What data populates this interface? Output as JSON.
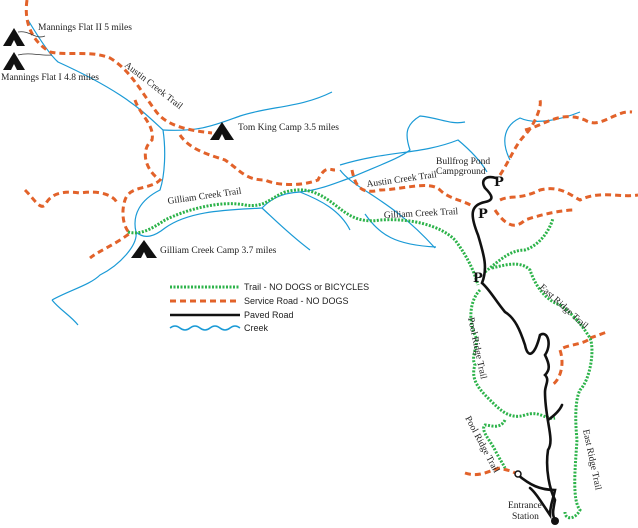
{
  "campsites": [
    {
      "label": "Mannings Flat II 5 miles",
      "icon": "tent-icon"
    },
    {
      "label": "Mannings Flat I 4.8 miles",
      "icon": "tent-icon"
    },
    {
      "label": "Tom King Camp 3.5 miles",
      "icon": "tent-icon"
    },
    {
      "label": "Gilliam Creek Camp 3.7 miles",
      "icon": "tent-icon"
    }
  ],
  "places": {
    "bullfrog_line1": "Bullfrog Pond",
    "bullfrog_line2": "Campground",
    "entrance_line1": "Entrance",
    "entrance_line2": "Station",
    "parking": "P"
  },
  "trail_labels": {
    "austin_1": "Austin Creek Trail",
    "austin_2": "Austin Creek Trail",
    "gilliam_1": "Gilliam Creek Trail",
    "gilliam_2": "Gilliam Creek Trail",
    "east_ridge_1": "East Ridge Trail",
    "east_ridge_2": "East Ridge Trail",
    "pool_ridge_1": "Pool Ridge Trail",
    "pool_ridge_2": "Pool Ridge Trail"
  },
  "legend": [
    {
      "label": "Trail - NO DOGS or BICYCLES",
      "color": "#2db34a",
      "style": "dotted"
    },
    {
      "label": "Service Road - NO DOGS",
      "color": "#e2622a",
      "style": "dashed"
    },
    {
      "label": "Paved Road",
      "color": "#111111",
      "style": "solid"
    },
    {
      "label": "Creek",
      "color": "#1a9ad6",
      "style": "wavy"
    }
  ]
}
